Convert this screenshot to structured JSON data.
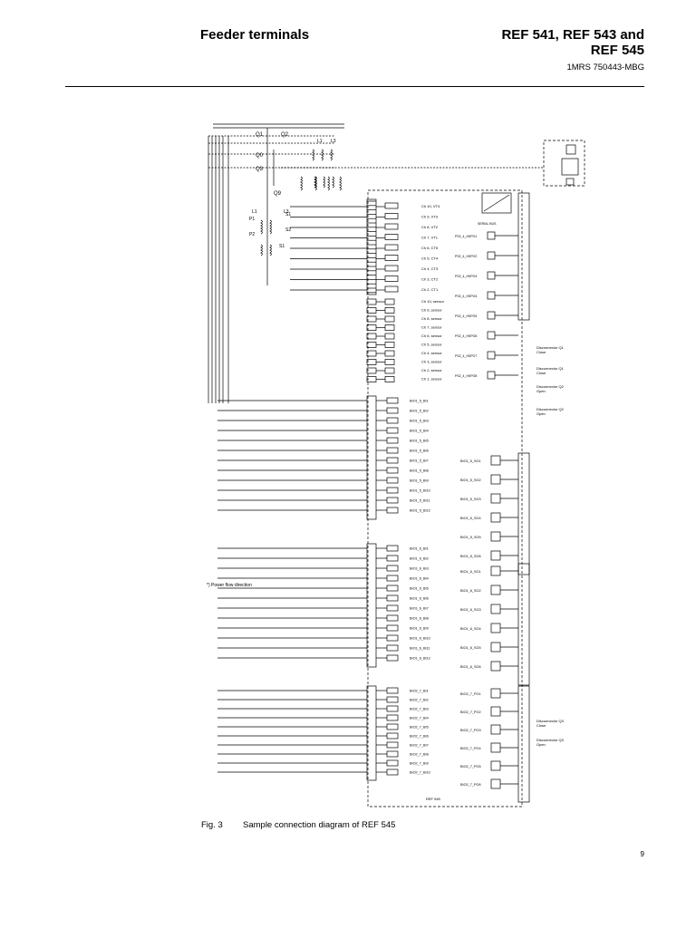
{
  "header": {
    "section_title": "Feeder terminals",
    "product_line1": "REF 541, REF 543 and",
    "product_line2": "REF 545",
    "doc_number": "1MRS 750443-MBG"
  },
  "diagram": {
    "switches": [
      "Q1",
      "Q2",
      "Q0",
      "Q3",
      "Q9"
    ],
    "phases": [
      "L1",
      "L2",
      "L3"
    ],
    "current_terminals": [
      "P1",
      "P2",
      "S1",
      "S2"
    ],
    "analog_channels": [
      "Ch 10, VT4",
      "Ch 9, VT3",
      "Ch 8, VT2",
      "Ch 7, VT1",
      "Ch 6, CT5",
      "Ch 5, CT4",
      "Ch 4, CT3",
      "Ch 3, CT2",
      "Ch 2, CT1"
    ],
    "sensor_channels": [
      "Ch 10, sensor",
      "Ch 9, sensor",
      "Ch 8, sensor",
      "Ch 7, sensor",
      "Ch 6, sensor",
      "Ch 5, sensor",
      "Ch 4, sensor",
      "Ch 3, sensor",
      "Ch 2, sensor",
      "Ch 1, sensor"
    ],
    "serial_bus": "SERIAL BUS",
    "bio1_5_inputs": [
      "BIO1_5_BI1",
      "BIO1_5_BI2",
      "BIO1_5_BI3",
      "BIO1_5_BI4",
      "BIO1_5_BI5",
      "BIO1_5_BI6",
      "BIO1_5_BI7",
      "BIO1_5_BI8",
      "BIO1_5_BI9",
      "BIO1_5_BI10",
      "BIO1_5_BI11",
      "BIO1_5_BI12"
    ],
    "bio1_6_inputs": [
      "BIO1_6_BI1",
      "BIO1_6_BI2",
      "BIO1_6_BI3",
      "BIO1_6_BI4",
      "BIO1_6_BI5",
      "BIO1_6_BI6",
      "BIO1_6_BI7",
      "BIO1_6_BI8",
      "BIO1_6_BI9",
      "BIO1_6_BI10",
      "BIO1_6_BI11",
      "BIO1_6_BI12"
    ],
    "bio2_7_inputs": [
      "BIO2_7_BI1",
      "BIO2_7_BI2",
      "BIO2_7_BI3",
      "BIO2_7_BI4",
      "BIO2_7_BI5",
      "BIO2_7_BI6",
      "BIO2_7_BI7",
      "BIO2_7_BI8",
      "BIO2_7_BI9",
      "BIO2_7_BI10"
    ],
    "power_outputs": [
      "PS2_4_HSPO1",
      "PS2_4_HSPO2",
      "PS2_4_HSPO3",
      "PS2_4_HSPO4",
      "PS2_4_HSPO5",
      "PS2_4_HSPO6",
      "PS2_4_HSPO7",
      "PS2_4_HSPO8"
    ],
    "bio1_5_outputs": [
      "BIO1_5_SO1",
      "BIO1_5_SO2",
      "BIO1_5_SO3",
      "BIO1_5_SO4",
      "BIO1_5_SO5",
      "BIO1_5_SO6"
    ],
    "bio1_6_outputs": [
      "BIO1_6_SO1",
      "BIO1_6_SO2",
      "BIO1_6_SO3",
      "BIO1_6_SO4",
      "BIO1_6_SO5",
      "BIO1_6_SO6"
    ],
    "bio2_7_outputs": [
      "BIO2_7_PO1",
      "BIO2_7_PO2",
      "BIO2_7_PO3",
      "BIO2_7_PO4",
      "BIO2_7_PO5",
      "BIO2_7_PO6"
    ],
    "disconnector_labels": [
      "Disconnector Q1\nClose",
      "Disconnector Q1\nClose",
      "Disconnector Q2\nOpen",
      "Disconnector Q2\nOpen",
      "Disconnector Q3\nClose",
      "Disconnector Q3\nOpen"
    ],
    "power_flow_note": "*) Power flow direction",
    "model_code": "REF 545"
  },
  "caption": {
    "fig_label": "Fig. 3",
    "text": "Sample connection diagram of REF 545"
  },
  "page_number": "9"
}
